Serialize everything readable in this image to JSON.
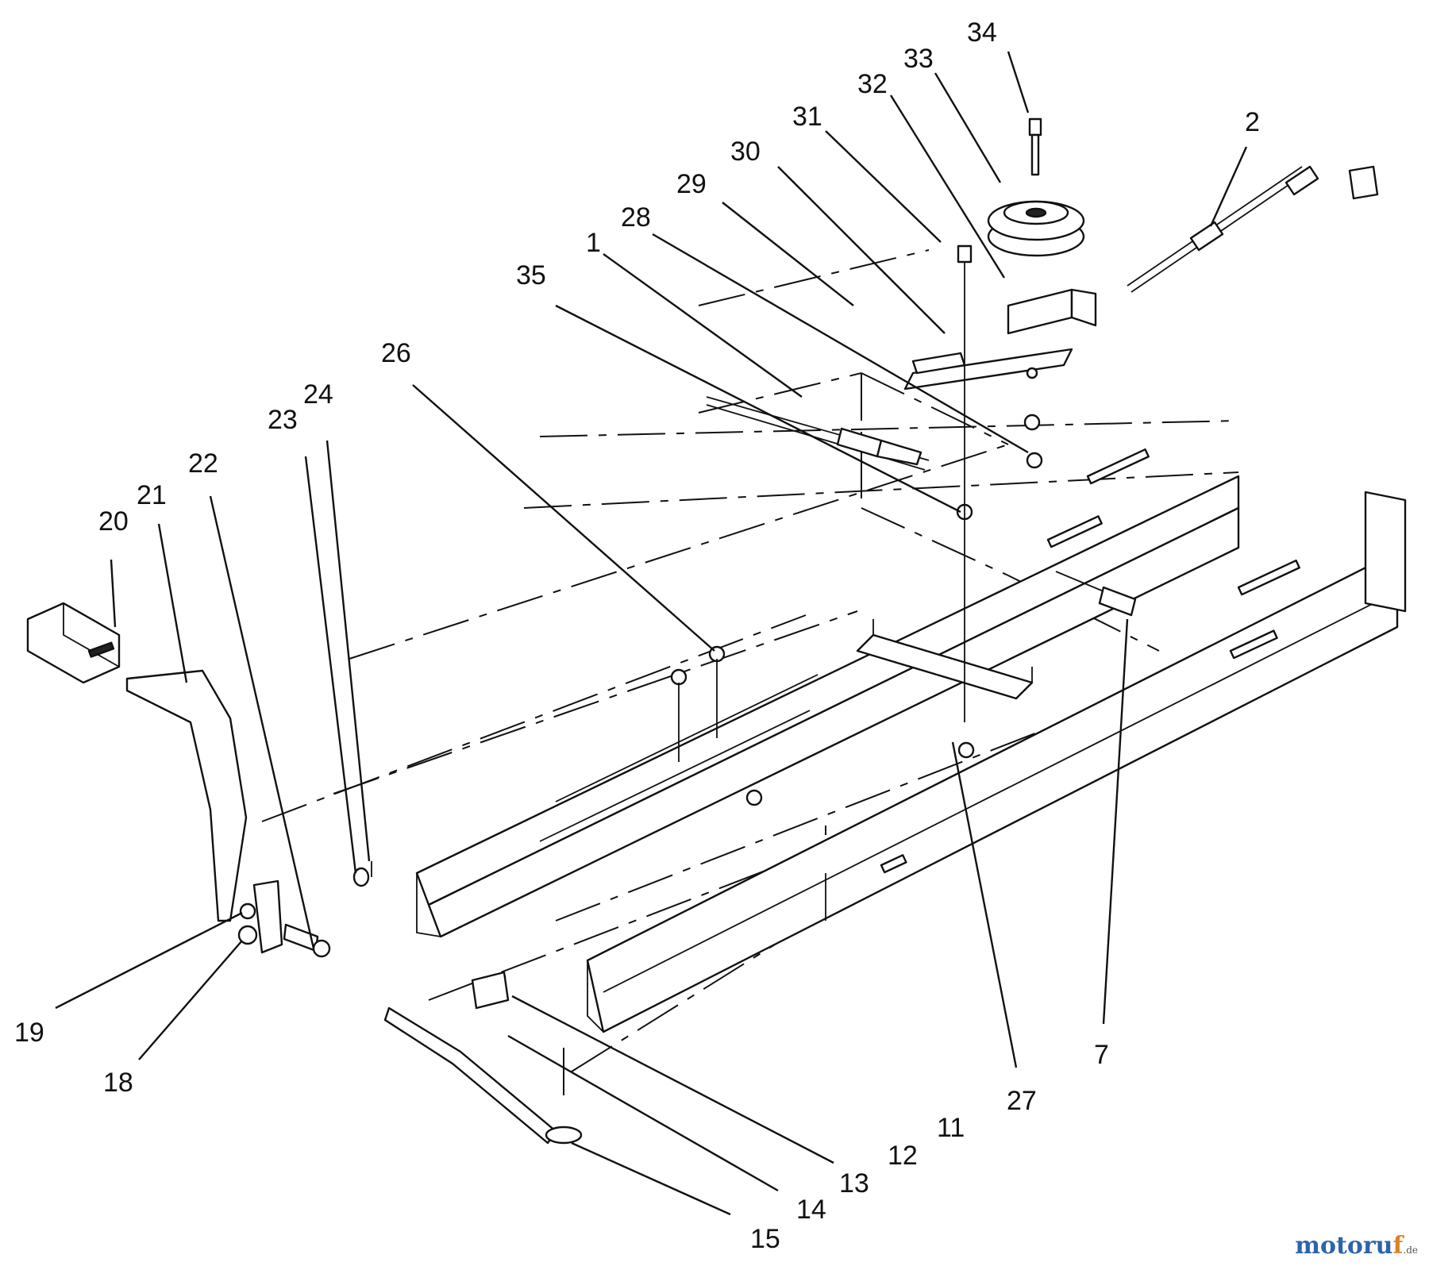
{
  "diagram": {
    "callouts": [
      {
        "id": "34",
        "text": "34"
      },
      {
        "id": "33",
        "text": "33"
      },
      {
        "id": "32",
        "text": "32"
      },
      {
        "id": "31",
        "text": "31"
      },
      {
        "id": "30",
        "text": "30"
      },
      {
        "id": "29",
        "text": "29"
      },
      {
        "id": "28",
        "text": "28"
      },
      {
        "id": "1",
        "text": "1"
      },
      {
        "id": "35",
        "text": "35"
      },
      {
        "id": "2",
        "text": "2"
      },
      {
        "id": "26",
        "text": "26"
      },
      {
        "id": "24",
        "text": "24"
      },
      {
        "id": "23",
        "text": "23"
      },
      {
        "id": "22",
        "text": "22"
      },
      {
        "id": "21",
        "text": "21"
      },
      {
        "id": "20",
        "text": "20"
      },
      {
        "id": "19",
        "text": "19"
      },
      {
        "id": "18",
        "text": "18"
      },
      {
        "id": "7",
        "text": "7"
      },
      {
        "id": "27",
        "text": "27"
      },
      {
        "id": "11",
        "text": "11"
      },
      {
        "id": "12",
        "text": "12"
      },
      {
        "id": "13",
        "text": "13"
      },
      {
        "id": "14",
        "text": "14"
      },
      {
        "id": "15",
        "text": "15"
      }
    ]
  },
  "watermark": {
    "main": "motoru",
    "accent": "f",
    "suffix": ".de"
  }
}
